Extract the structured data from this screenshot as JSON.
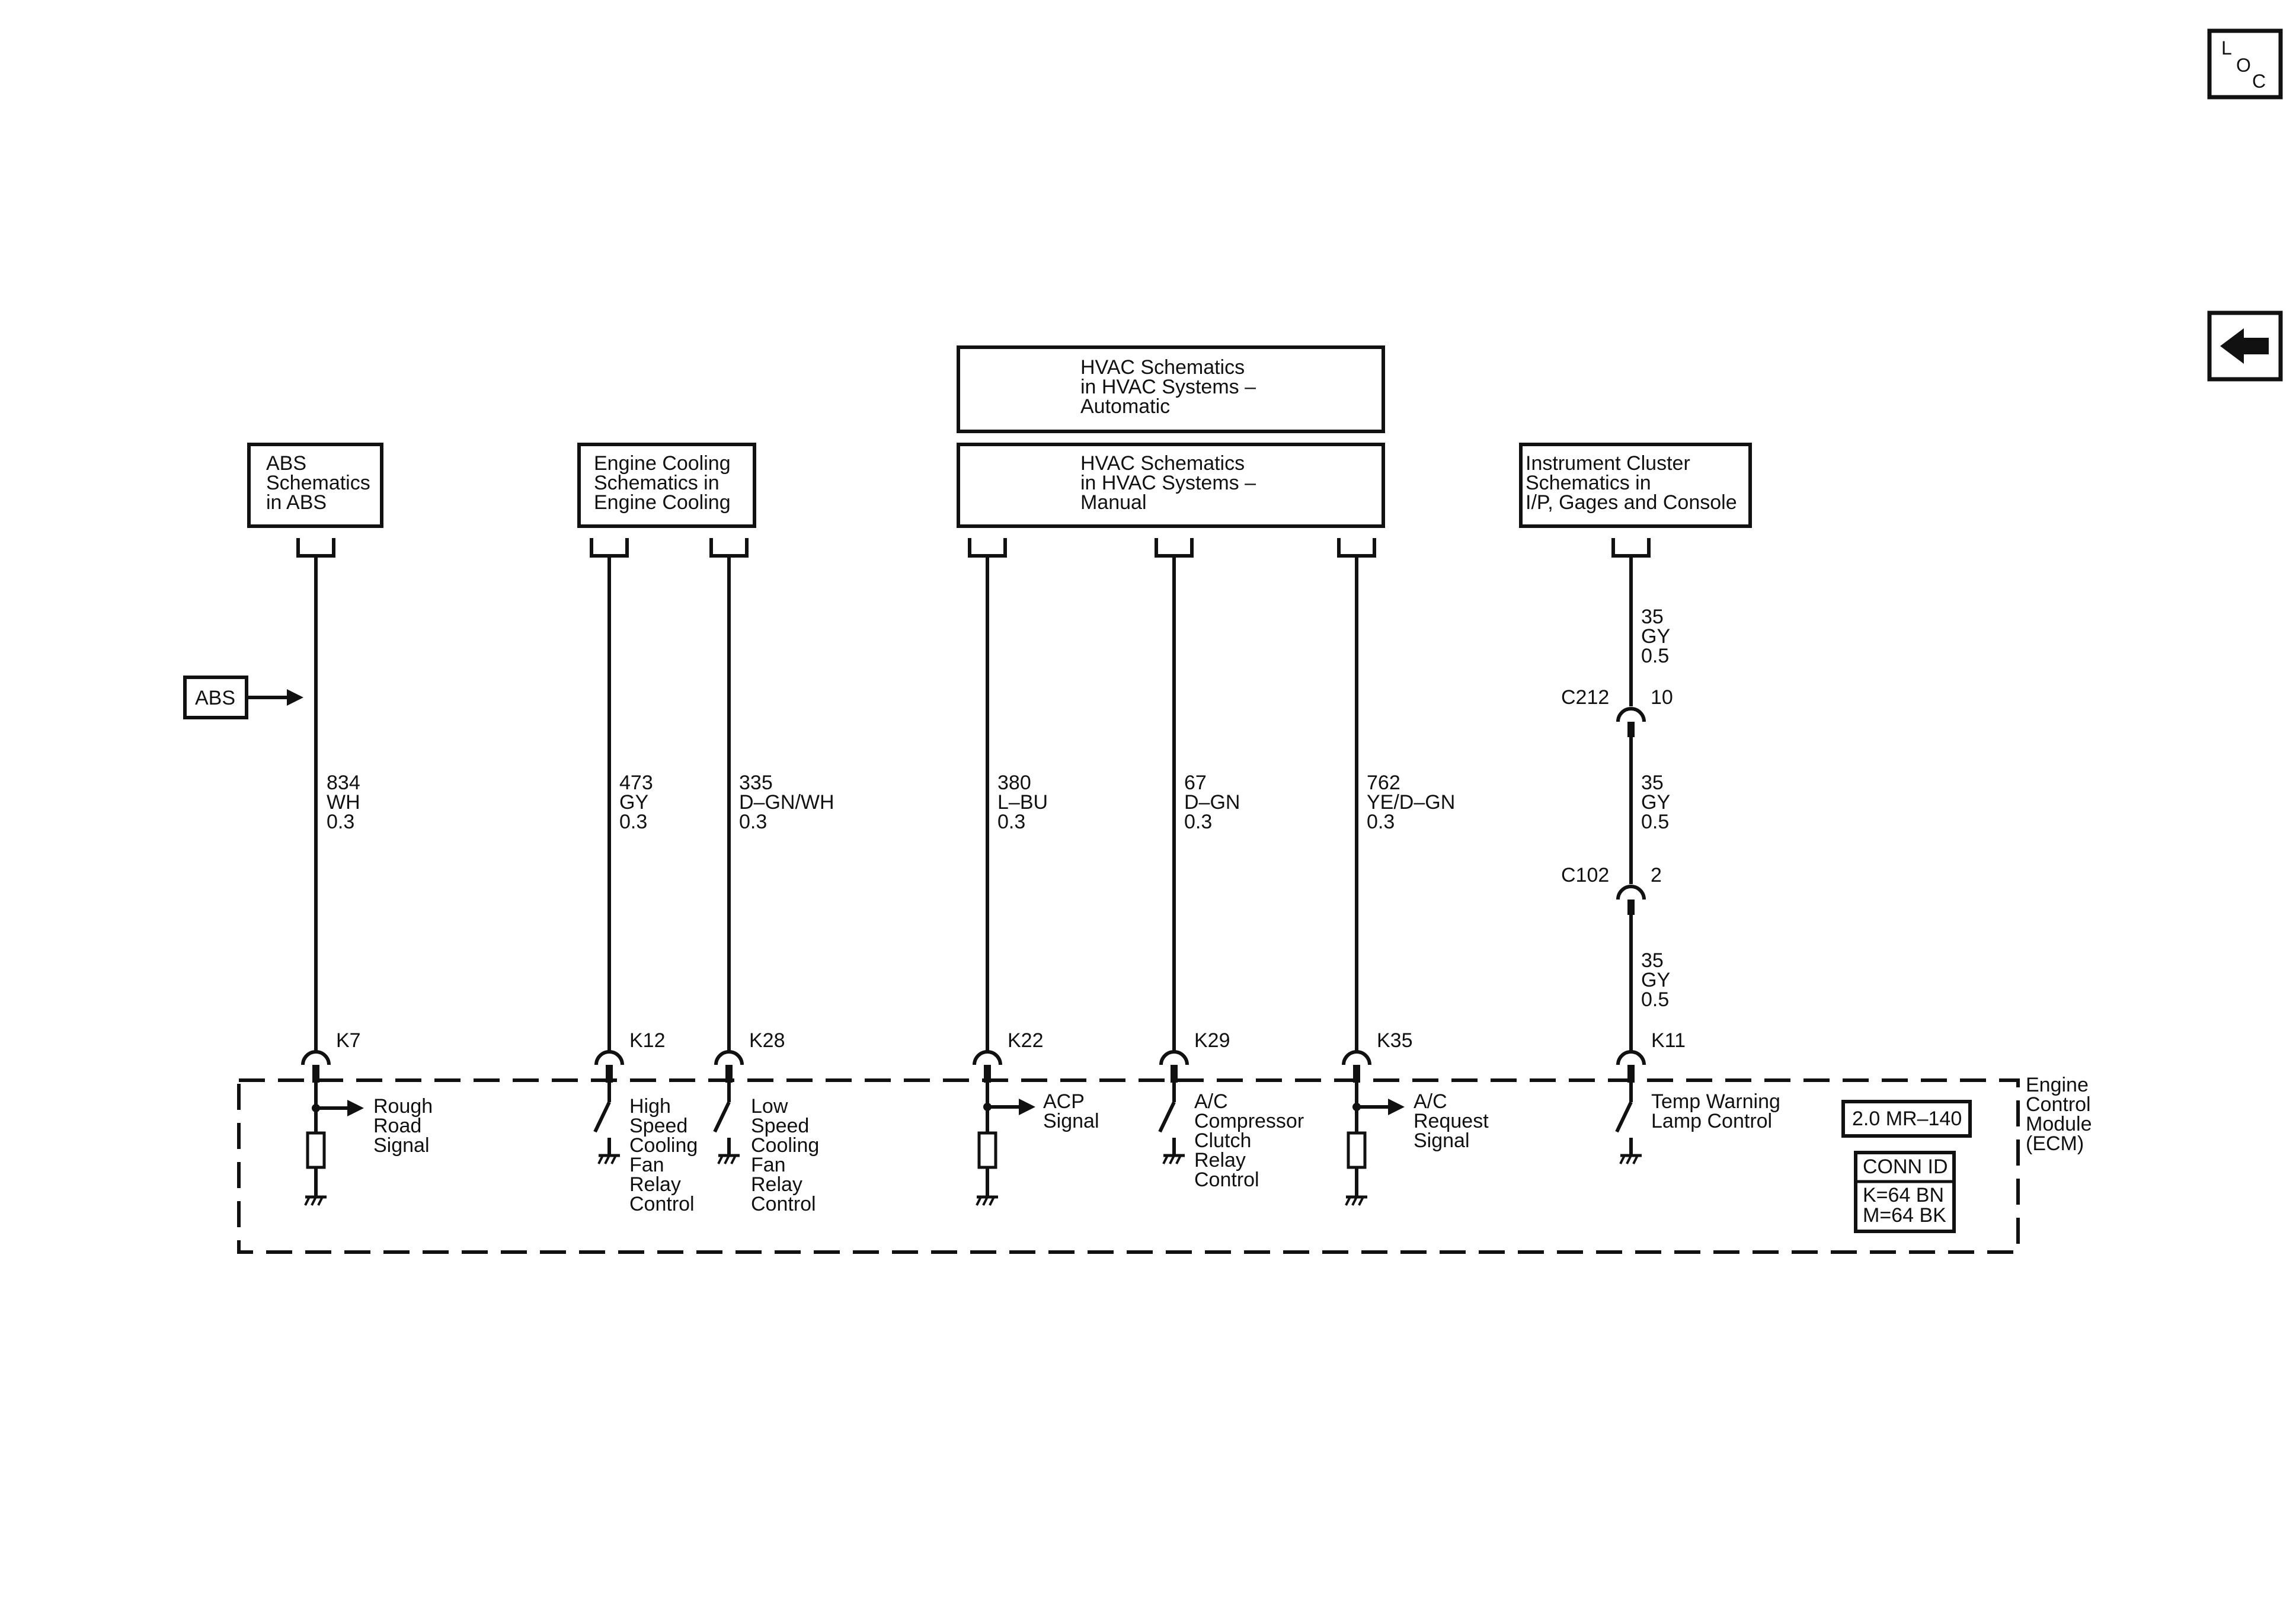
{
  "nav": {
    "loc_button": {
      "l": "L",
      "o": "O",
      "c": "C"
    },
    "back_icon": "left-arrow-icon"
  },
  "refs": {
    "abs": [
      "ABS",
      "Schematics",
      "in ABS"
    ],
    "engine_cooling": [
      "Engine Cooling",
      "Schematics in",
      "Engine Cooling"
    ],
    "hvac_auto": [
      "HVAC Schematics",
      "in HVAC Systems –",
      "Automatic"
    ],
    "hvac_manual": [
      "HVAC Schematics",
      "in HVAC Systems –",
      "Manual"
    ],
    "instrument_cluster": [
      "Instrument Cluster",
      "Schematics in",
      "I/P, Gages and Console"
    ]
  },
  "abs_input": "ABS",
  "wires": {
    "k7": [
      "834",
      "WH",
      "0.3"
    ],
    "k12": [
      "473",
      "GY",
      "0.3"
    ],
    "k28": [
      "335",
      "D–GN/WH",
      "0.3"
    ],
    "k22": [
      "380",
      "L–BU",
      "0.3"
    ],
    "k29": [
      "67",
      "D–GN",
      "0.3"
    ],
    "k35": [
      "762",
      "YE/D–GN",
      "0.3"
    ],
    "k11_top": [
      "35",
      "GY",
      "0.5"
    ],
    "k11_mid": [
      "35",
      "GY",
      "0.5"
    ],
    "k11_bot": [
      "35",
      "GY",
      "0.5"
    ]
  },
  "inline_connectors": {
    "c212": {
      "id": "C212",
      "pin": "10"
    },
    "c102": {
      "id": "C102",
      "pin": "2"
    }
  },
  "pins": {
    "k7": "K7",
    "k12": "K12",
    "k28": "K28",
    "k22": "K22",
    "k29": "K29",
    "k35": "K35",
    "k11": "K11"
  },
  "circuits": {
    "k7": [
      "Rough",
      "Road",
      "Signal"
    ],
    "k12": [
      "High",
      "Speed",
      "Cooling",
      "Fan",
      "Relay",
      "Control"
    ],
    "k28": [
      "Low",
      "Speed",
      "Cooling",
      "Fan",
      "Relay",
      "Control"
    ],
    "k22": [
      "ACP",
      "Signal"
    ],
    "k29": [
      "A/C",
      "Compressor",
      "Clutch",
      "Relay",
      "Control"
    ],
    "k35": [
      "A/C",
      "Request",
      "Signal"
    ],
    "k11": [
      "Temp Warning",
      "Lamp Control"
    ]
  },
  "module": {
    "name": [
      "Engine",
      "Control",
      "Module",
      "(ECM)"
    ],
    "part": "2.0 MR–140",
    "conn_id_title": "CONN ID",
    "conn_id": [
      "K=64 BN",
      "M=64 BK"
    ]
  }
}
